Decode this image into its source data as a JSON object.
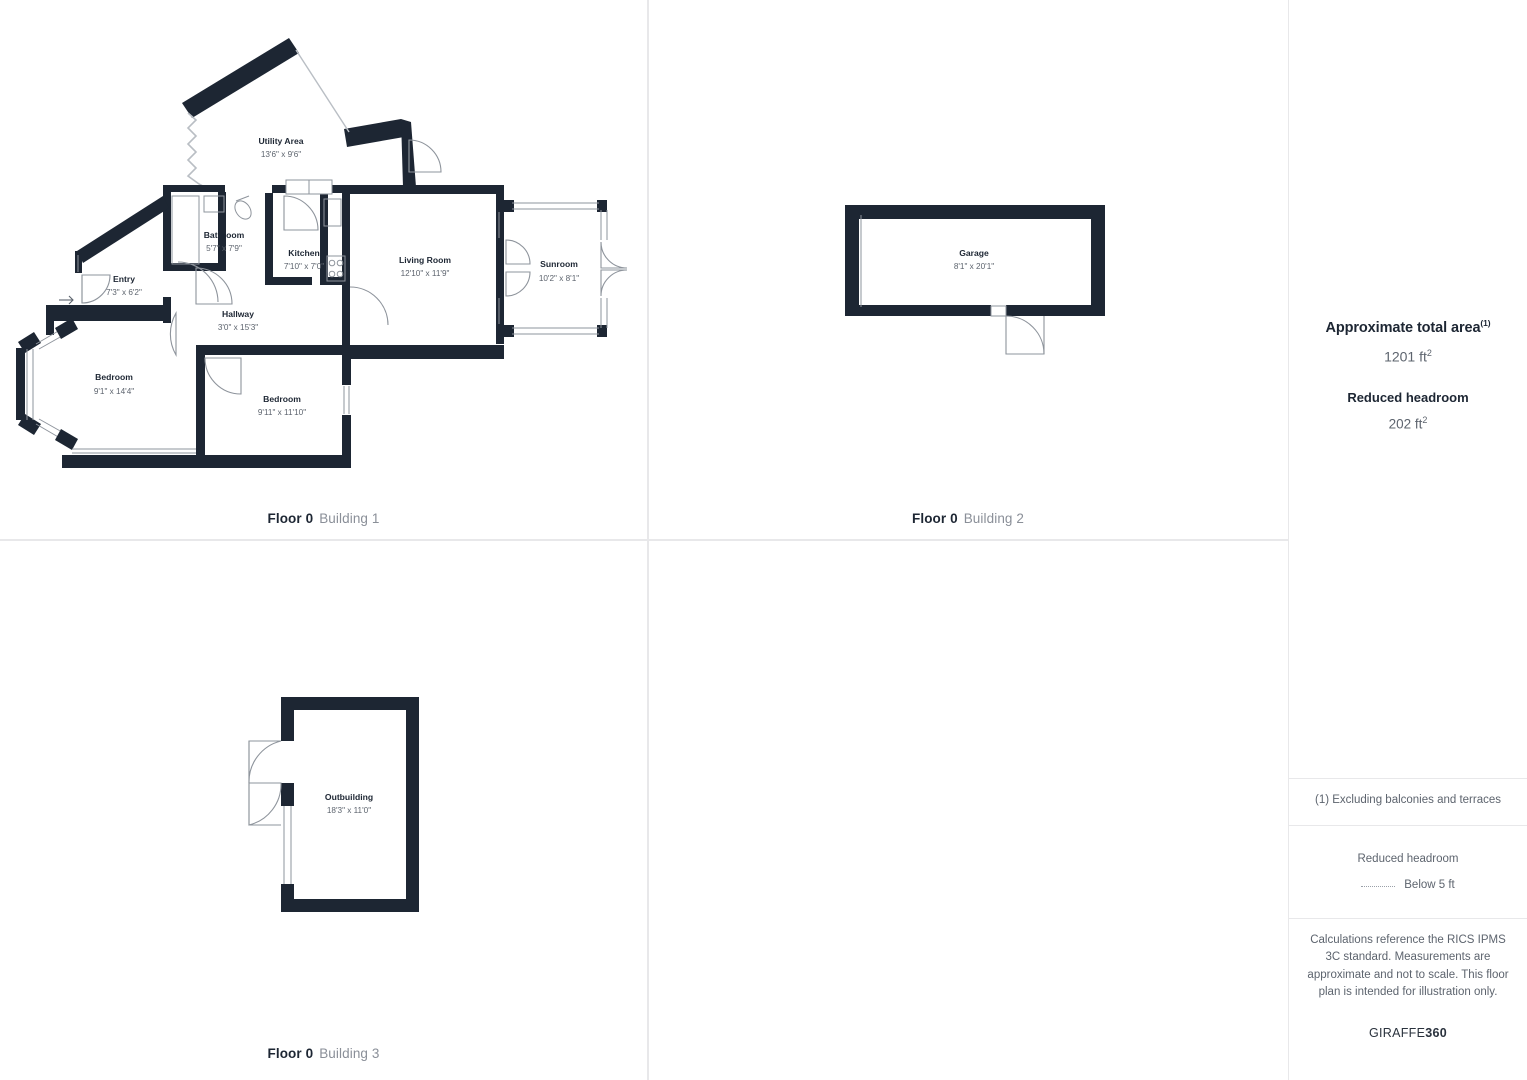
{
  "buildings": [
    {
      "id": "building-1",
      "floor_label": "Floor 0",
      "building_label": "Building 1",
      "rooms": [
        {
          "name": "Utility Area",
          "dims": "13'6\" x 9'6\""
        },
        {
          "name": "Bathroom",
          "dims": "5'7\" x 7'9\""
        },
        {
          "name": "Kitchen",
          "dims": "7'10\" x 7'0\""
        },
        {
          "name": "Living Room",
          "dims": "12'10\" x 11'9\""
        },
        {
          "name": "Sunroom",
          "dims": "10'2\" x 8'1\""
        },
        {
          "name": "Entry",
          "dims": "7'3\" x 6'2\""
        },
        {
          "name": "Hallway",
          "dims": "3'0\" x 15'3\""
        },
        {
          "name": "Bedroom",
          "dims": "9'1\" x 14'4\""
        },
        {
          "name": "Bedroom",
          "dims": "9'11\" x 11'10\""
        }
      ]
    },
    {
      "id": "building-2",
      "floor_label": "Floor 0",
      "building_label": "Building 2",
      "rooms": [
        {
          "name": "Garage",
          "dims": "8'1\" x 20'1\""
        }
      ]
    },
    {
      "id": "building-3",
      "floor_label": "Floor 0",
      "building_label": "Building 3",
      "rooms": [
        {
          "name": "Outbuilding",
          "dims": "18'3\" x 11'0\""
        }
      ]
    }
  ],
  "sidebar": {
    "area_title": "Approximate total area",
    "area_title_sup": "(1)",
    "area_value": "1201 ft",
    "area_value_sup": "2",
    "headroom_title": "Reduced headroom",
    "headroom_value": "202 ft",
    "headroom_value_sup": "2",
    "footnote": "(1) Excluding balconies and terraces",
    "legend_title": "Reduced headroom",
    "legend_entry": "Below 5 ft",
    "disclaimer": "Calculations reference the RICS IPMS 3C standard. Measurements are approximate and not to scale. This floor plan is intended for illustration only.",
    "brand_light": "GIRAFFE",
    "brand_bold": "360"
  },
  "colors": {
    "wall": "#1d2633",
    "text_primary": "#1d2633",
    "text_secondary": "#5d646e",
    "divider": "#e8e8ea",
    "thin_line": "#8e949c"
  }
}
